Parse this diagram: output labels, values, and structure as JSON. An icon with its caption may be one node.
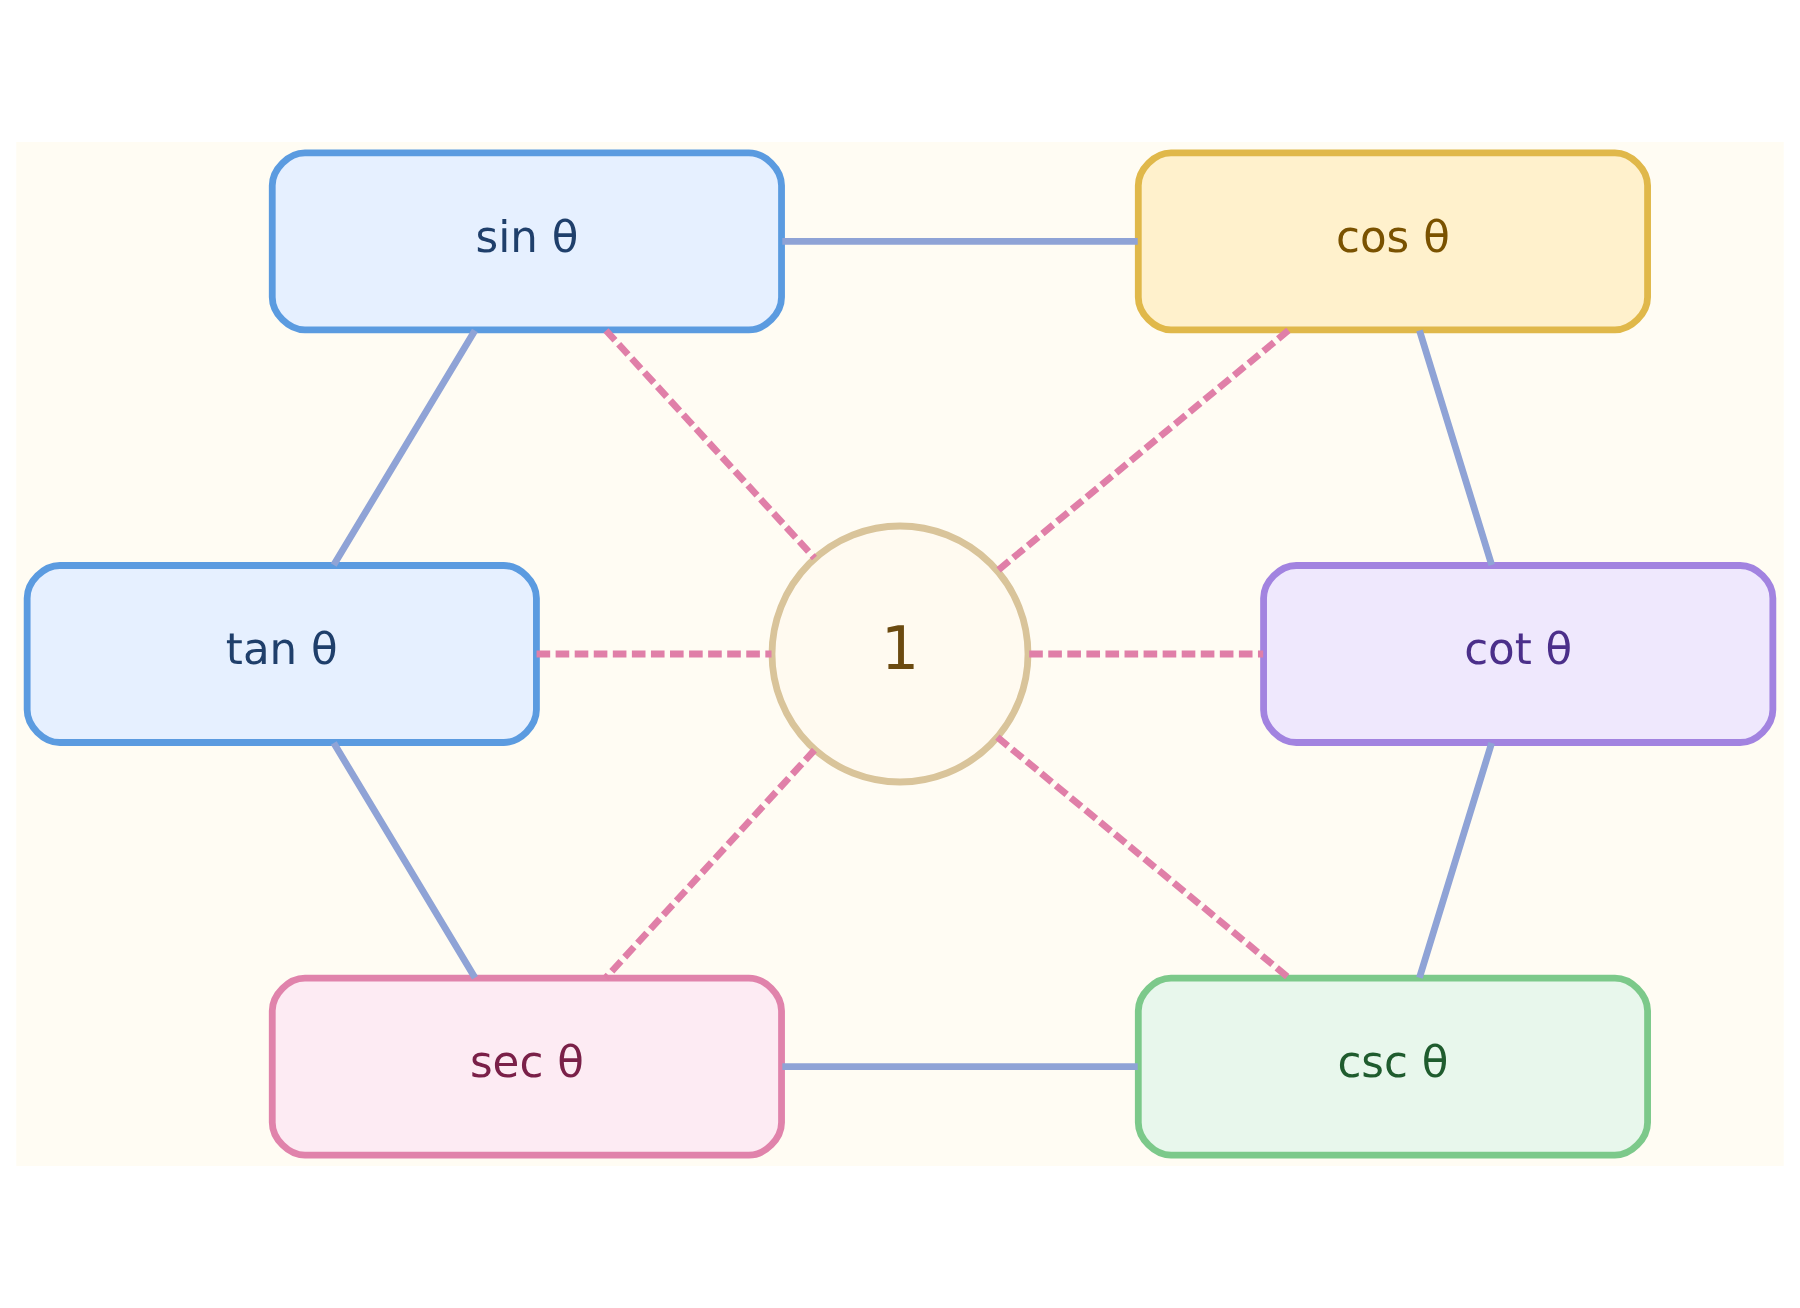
{
  "diagram": {
    "nodes": [
      {
        "text": [
          "sin θ"
        ]
      },
      {
        "text": [
          "cos θ"
        ]
      },
      {
        "text": [
          "tan θ"
        ]
      },
      {
        "text": [
          "1"
        ]
      },
      {
        "text": [
          "cot θ"
        ]
      },
      {
        "text": [
          "sec θ"
        ]
      },
      {
        "text": [
          "csc θ"
        ]
      }
    ],
    "edges": [
      {
        "from": 0,
        "to": 1,
        "arrow": "none"
      },
      {
        "from": 1,
        "to": 4,
        "arrow": "none"
      },
      {
        "from": 4,
        "to": 6,
        "arrow": "none"
      },
      {
        "from": 6,
        "to": 5,
        "arrow": "none"
      },
      {
        "from": 5,
        "to": 2,
        "arrow": "none"
      },
      {
        "from": 2,
        "to": 0,
        "arrow": "none"
      },
      {
        "from": 3,
        "to": 0,
        "arrow": "none",
        "style": "dashed",
        "color": "#e07fa8"
      },
      {
        "from": 3,
        "to": 1,
        "arrow": "none",
        "style": "dashed",
        "color": "#e07fa8"
      },
      {
        "from": 3,
        "to": 2,
        "arrow": "none",
        "style": "dashed",
        "color": "#e07fa8"
      },
      {
        "from": 3,
        "to": 4,
        "arrow": "none",
        "style": "dashed",
        "color": "#e07fa8"
      },
      {
        "from": 3,
        "to": 5,
        "arrow": "none",
        "style": "dashed",
        "color": "#e07fa8"
      },
      {
        "from": 3,
        "to": 6,
        "arrow": "none",
        "style": "dashed",
        "color": "#e07fa8"
      }
    ]
  }
}
